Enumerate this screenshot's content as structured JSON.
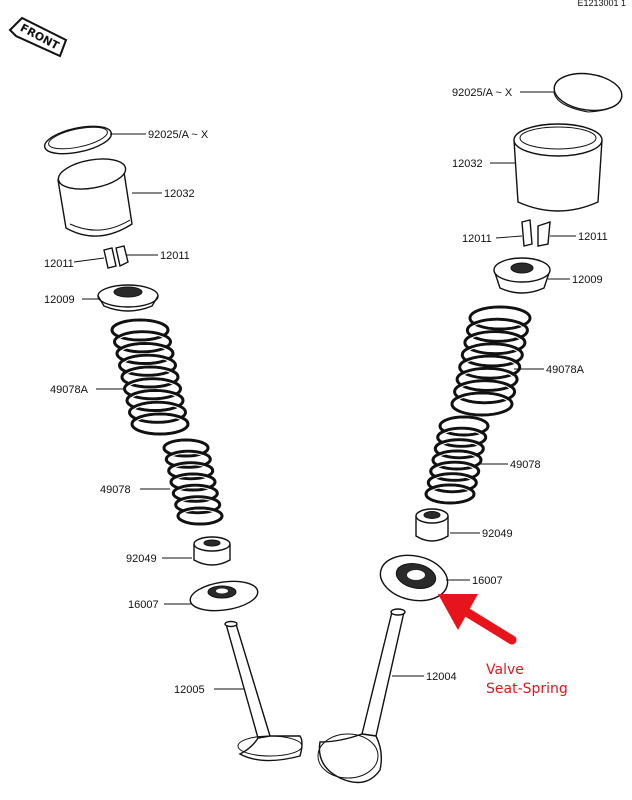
{
  "header": {
    "code": "E1213001 1"
  },
  "front_tag": {
    "label": "FRONT"
  },
  "labels": {
    "left_shim": "92025/A ~ X",
    "left_tappet": "12032",
    "left_keeper_a": "12011",
    "left_keeper_b": "12011",
    "left_retainer": "12009",
    "left_outer_spring": "49078A",
    "left_inner_spring": "49078",
    "left_seal": "92049",
    "left_seat": "16007",
    "left_valve": "12005",
    "right_shim": "92025/A ~ X",
    "right_tappet": "12032",
    "right_keeper_a": "12011",
    "right_keeper_b": "12011",
    "right_retainer": "12009",
    "right_outer_spring": "49078A",
    "right_inner_spring": "49078",
    "right_seal": "92049",
    "right_seat": "16007",
    "right_valve": "12004"
  },
  "annotation": {
    "line1": "Valve",
    "line2": "Seat-Spring",
    "color": "#e8141c"
  }
}
